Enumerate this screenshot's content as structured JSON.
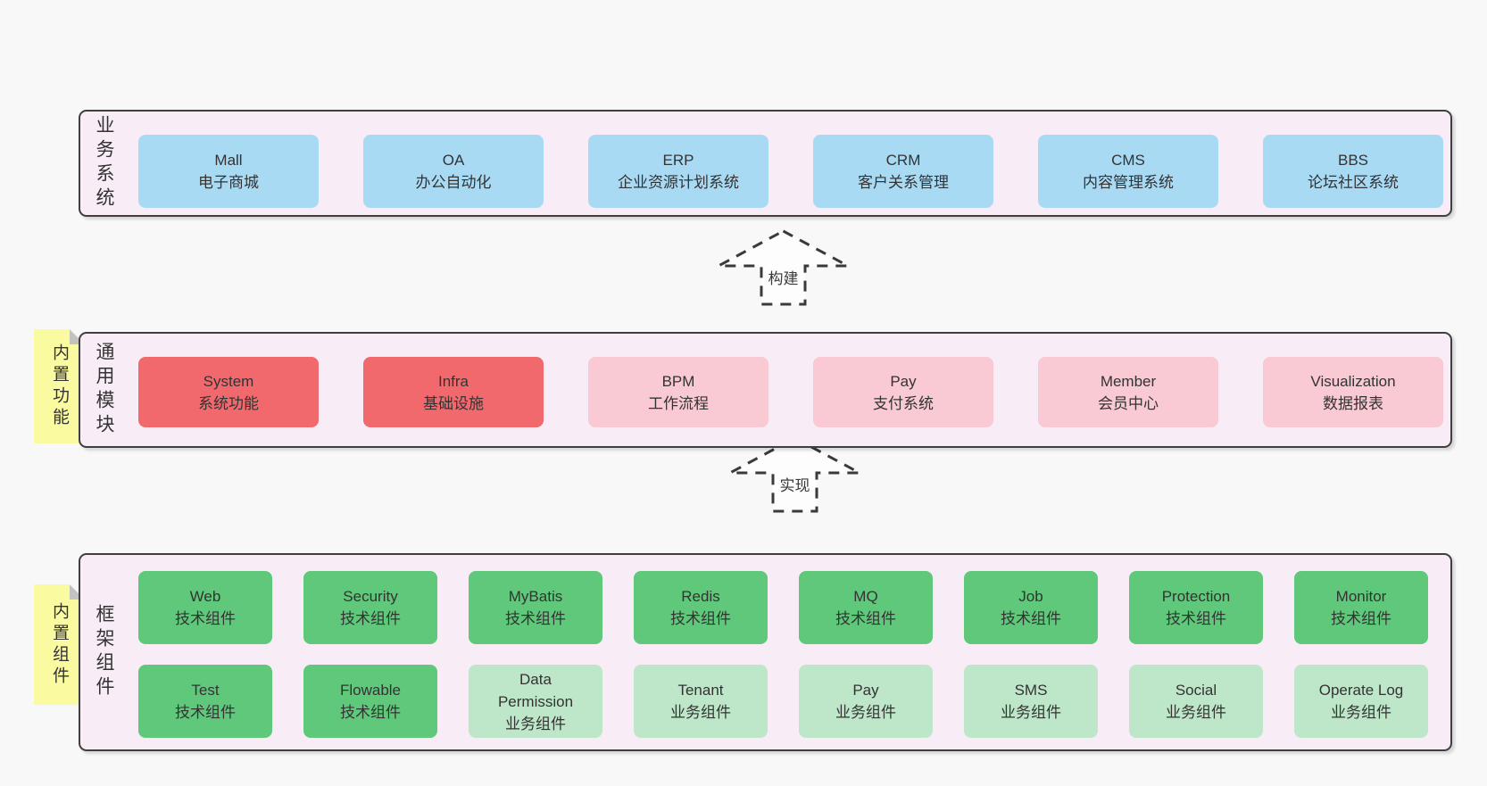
{
  "colors": {
    "page_bg": "#f8f8f8",
    "panel_bg": "#f8edf6",
    "panel_border": "#3f3f3f",
    "blue": "#a8daf4",
    "red": "#f2696d",
    "pink": "#f9c9d4",
    "green": "#5fc87a",
    "light_green": "#bde7c8",
    "sticky_yellow": "#fafaa0",
    "sticky_fold_gray": "#c2c2c2",
    "text": "#333333"
  },
  "arrows": [
    {
      "label": "构建"
    },
    {
      "label": "实现"
    }
  ],
  "layers": [
    {
      "title": "业务系统",
      "boxes": [
        {
          "title": "Mall",
          "subtitle": "电子商城",
          "variant": "blue"
        },
        {
          "title": "OA",
          "subtitle": "办公自动化",
          "variant": "blue"
        },
        {
          "title": "ERP",
          "subtitle": "企业资源计划系统",
          "variant": "blue"
        },
        {
          "title": "CRM",
          "subtitle": "客户关系管理",
          "variant": "blue"
        },
        {
          "title": "CMS",
          "subtitle": "内容管理系统",
          "variant": "blue"
        },
        {
          "title": "BBS",
          "subtitle": "论坛社区系统",
          "variant": "blue"
        }
      ]
    },
    {
      "sticky": "内置功能",
      "title": "通用模块",
      "boxes": [
        {
          "title": "System",
          "subtitle": "系统功能",
          "variant": "red"
        },
        {
          "title": "Infra",
          "subtitle": "基础设施",
          "variant": "red"
        },
        {
          "title": "BPM",
          "subtitle": "工作流程",
          "variant": "pink"
        },
        {
          "title": "Pay",
          "subtitle": "支付系统",
          "variant": "pink"
        },
        {
          "title": "Member",
          "subtitle": "会员中心",
          "variant": "pink"
        },
        {
          "title": "Visualization",
          "subtitle": "数据报表",
          "variant": "pink"
        }
      ]
    },
    {
      "sticky": "内置组件",
      "title": "框架组件",
      "rows": [
        [
          {
            "title": "Web",
            "subtitle": "技术组件",
            "variant": "green"
          },
          {
            "title": "Security",
            "subtitle": "技术组件",
            "variant": "green"
          },
          {
            "title": "MyBatis",
            "subtitle": "技术组件",
            "variant": "green"
          },
          {
            "title": "Redis",
            "subtitle": "技术组件",
            "variant": "green"
          },
          {
            "title": "MQ",
            "subtitle": "技术组件",
            "variant": "green"
          },
          {
            "title": "Job",
            "subtitle": "技术组件",
            "variant": "green"
          },
          {
            "title": "Protection",
            "subtitle": "技术组件",
            "variant": "green"
          },
          {
            "title": "Monitor",
            "subtitle": "技术组件",
            "variant": "green"
          }
        ],
        [
          {
            "title": "Test",
            "subtitle": "技术组件",
            "variant": "green"
          },
          {
            "title": "Flowable",
            "subtitle": "技术组件",
            "variant": "green"
          },
          {
            "title": "Data Permission",
            "subtitle": "业务组件",
            "variant": "light-green"
          },
          {
            "title": "Tenant",
            "subtitle": "业务组件",
            "variant": "light-green"
          },
          {
            "title": "Pay",
            "subtitle": "业务组件",
            "variant": "light-green"
          },
          {
            "title": "SMS",
            "subtitle": "业务组件",
            "variant": "light-green"
          },
          {
            "title": "Social",
            "subtitle": "业务组件",
            "variant": "light-green"
          },
          {
            "title": "Operate Log",
            "subtitle": "业务组件",
            "variant": "light-green"
          }
        ]
      ]
    }
  ]
}
